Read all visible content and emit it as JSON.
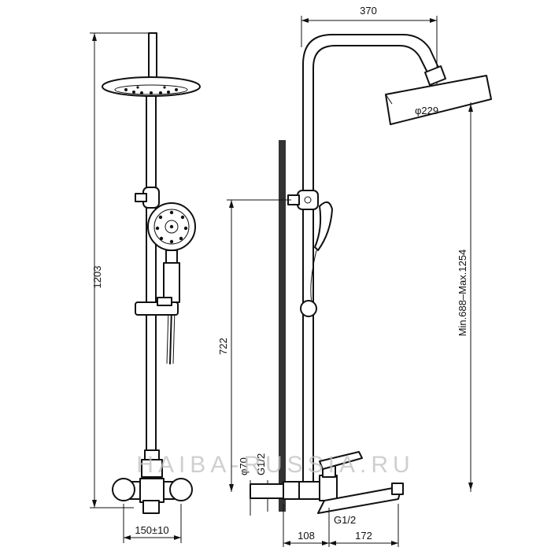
{
  "watermark": "HAIBA-RUSSIA.RU",
  "dimensions": {
    "total_height": "1203",
    "width_top": "370",
    "head_diameter": "φ229",
    "rail_range": "Min.688–Max.1254",
    "bracket_height": "722",
    "center_distance": "150±10",
    "base_diameter": "φ70",
    "thread_upper": "G1/2",
    "thread_lower": "G1/2",
    "offset_left": "108",
    "offset_right": "172"
  }
}
